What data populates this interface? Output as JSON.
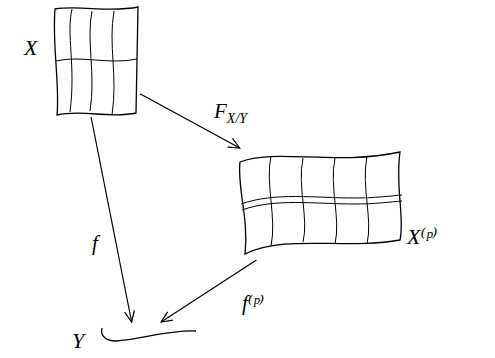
{
  "diagram": {
    "nodes": [
      {
        "text": [
          "X"
        ]
      },
      {
        "text": [
          "X⁽ᵖ⁾"
        ]
      },
      {
        "text": [
          "Y"
        ]
      }
    ],
    "edges": [
      {
        "from": 0,
        "to": 1,
        "label": "FX/Y",
        "arrow": "to"
      },
      {
        "from": 0,
        "to": 2,
        "label": "f",
        "arrow": "to"
      },
      {
        "from": 1,
        "to": 2,
        "label": "f⁽ᵖ⁾",
        "arrow": "to"
      }
    ]
  }
}
